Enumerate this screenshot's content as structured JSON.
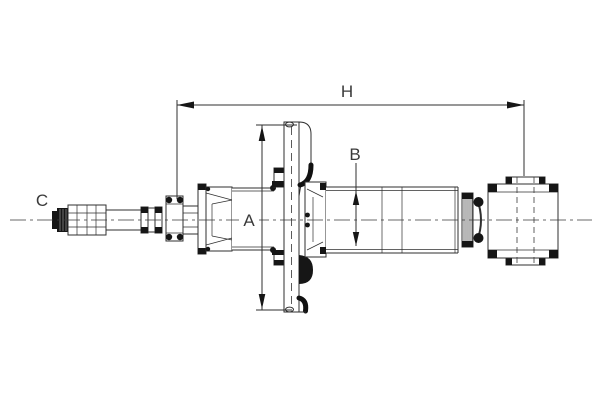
{
  "diagram": {
    "type": "technical-drawing",
    "subject": "shock-absorber-side-view",
    "dimensions": {
      "h": {
        "label": "H"
      },
      "a": {
        "label": "A"
      },
      "b": {
        "label": "B"
      },
      "c": {
        "label": "C"
      }
    },
    "colors": {
      "background": "#ffffff",
      "line": "#2f2f2f",
      "solid_fill": "#161616",
      "label_text": "#3a3a3a"
    }
  }
}
